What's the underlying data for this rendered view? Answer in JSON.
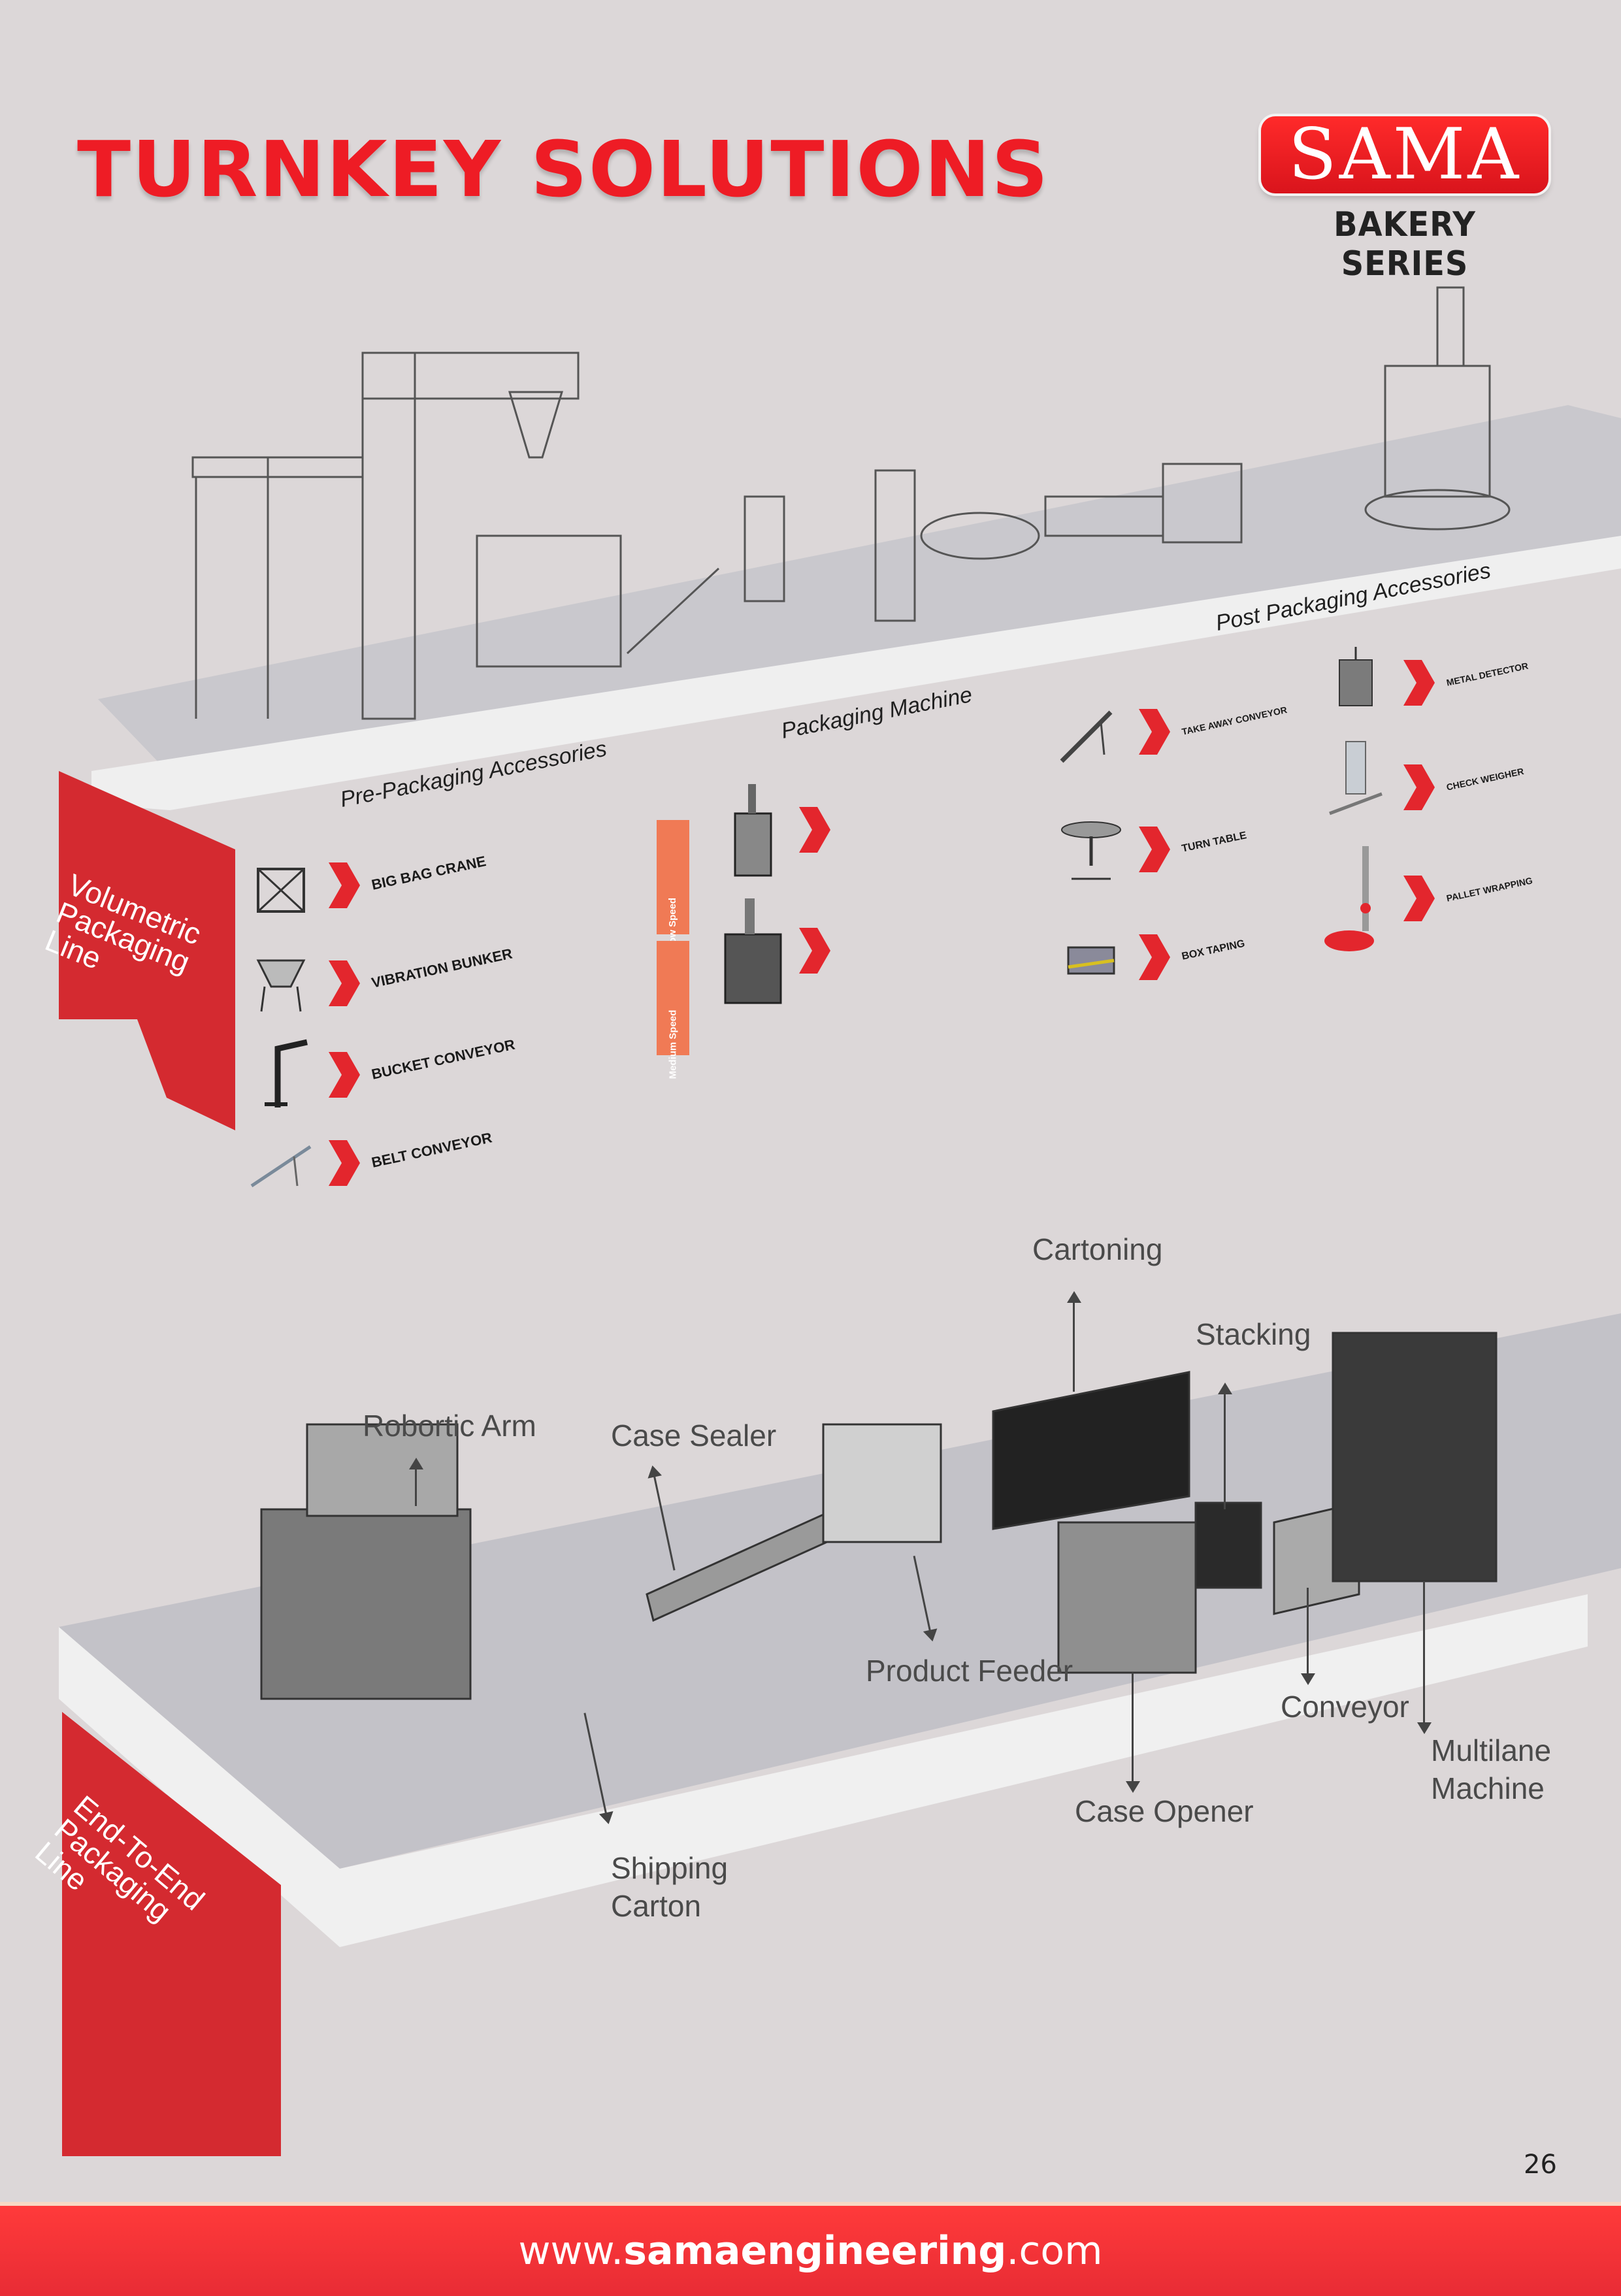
{
  "header": {
    "title": "TURNKEY SOLUTIONS",
    "logo_brand": "SAMA",
    "logo_sub": "BAKERY SERIES"
  },
  "colors": {
    "brand_red": "#ee1c25",
    "ribbon_red": "#d42a30",
    "background": "#dcd7d8",
    "speed_tag": "#f07a55"
  },
  "volumetric_line": {
    "ribbon": [
      "Volumetric",
      "Packaging",
      "Line"
    ],
    "sections": {
      "pre": "Pre-Packaging Accessories",
      "machine": "Packaging Machine",
      "post": "Post Packaging Accessories"
    },
    "pre_items": [
      {
        "label": "BIG BAG CRANE",
        "icon": "crane-icon"
      },
      {
        "label": "VIBRATION BUNKER",
        "icon": "bunker-icon"
      },
      {
        "label": "BUCKET CONVEYOR",
        "icon": "bucket-conveyor-icon"
      },
      {
        "label": "BELT CONVEYOR",
        "icon": "belt-conveyor-icon"
      }
    ],
    "machine_items": [
      {
        "speed": "Low Speed",
        "icon": "packaging-machine-icon"
      },
      {
        "speed": "Medium Speed",
        "icon": "packaging-machine-icon"
      }
    ],
    "post_items_left": [
      {
        "label": "TAKE AWAY CONVEYOR",
        "icon": "take-away-conveyor-icon"
      },
      {
        "label": "TURN TABLE",
        "icon": "turn-table-icon"
      },
      {
        "label": "BOX TAPING",
        "icon": "box-taping-icon"
      }
    ],
    "post_items_right": [
      {
        "label": "METAL DETECTOR",
        "icon": "metal-detector-icon"
      },
      {
        "label": "CHECK WEIGHER",
        "icon": "check-weigher-icon"
      },
      {
        "label": "PALLET WRAPPING",
        "icon": "pallet-wrapping-icon"
      }
    ]
  },
  "end_to_end_line": {
    "ribbon": [
      "End-To-End",
      "Packaging",
      "Line"
    ],
    "callouts": {
      "cartoning": "Cartoning",
      "stacking": "Stacking",
      "robotic_arm": "Robortic Arm",
      "case_sealer": "Case Sealer",
      "product_feeder": "Product Feeder",
      "conveyor": "Conveyor",
      "multilane_1": "Multilane",
      "multilane_2": "Machine",
      "case_opener": "Case Opener",
      "shipping_1": "Shipping",
      "shipping_2": "Carton"
    }
  },
  "page_number": "26",
  "footer": {
    "prefix": "www.",
    "domain": "samaengineering",
    "suffix": ".com"
  }
}
